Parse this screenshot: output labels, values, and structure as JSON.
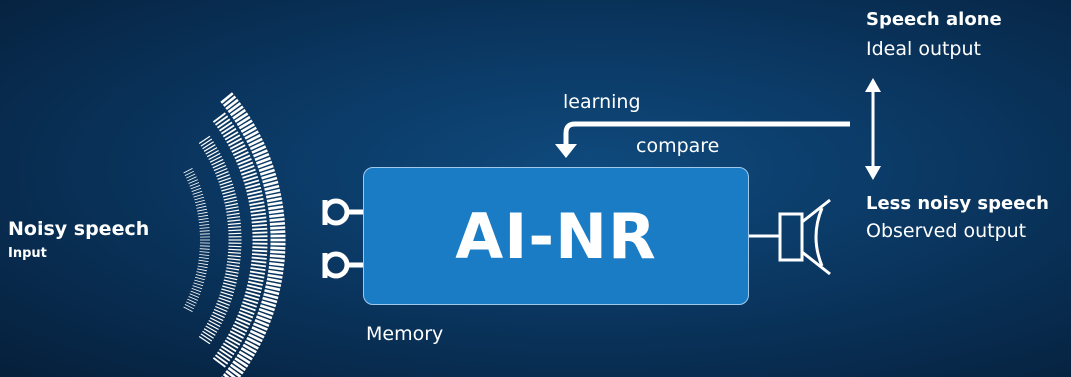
{
  "input": {
    "title": "Noisy speech",
    "subtitle": "Input"
  },
  "ideal_output": {
    "title": "Speech alone",
    "subtitle": "Ideal output"
  },
  "observed_output": {
    "title": "Less noisy speech",
    "subtitle": "Observed output"
  },
  "feedback": {
    "learning_label": "learning",
    "compare_label": "compare"
  },
  "processor": {
    "label": "AI-NR",
    "memory_label": "Memory"
  },
  "colors": {
    "background": "#0b3a66",
    "box_fill": "#1b7cc6",
    "box_border": "#9fc8ea",
    "foreground": "#ffffff"
  },
  "icons": [
    "sound-wave-icon",
    "microphone-icon",
    "speaker-icon",
    "double-arrow-icon"
  ]
}
